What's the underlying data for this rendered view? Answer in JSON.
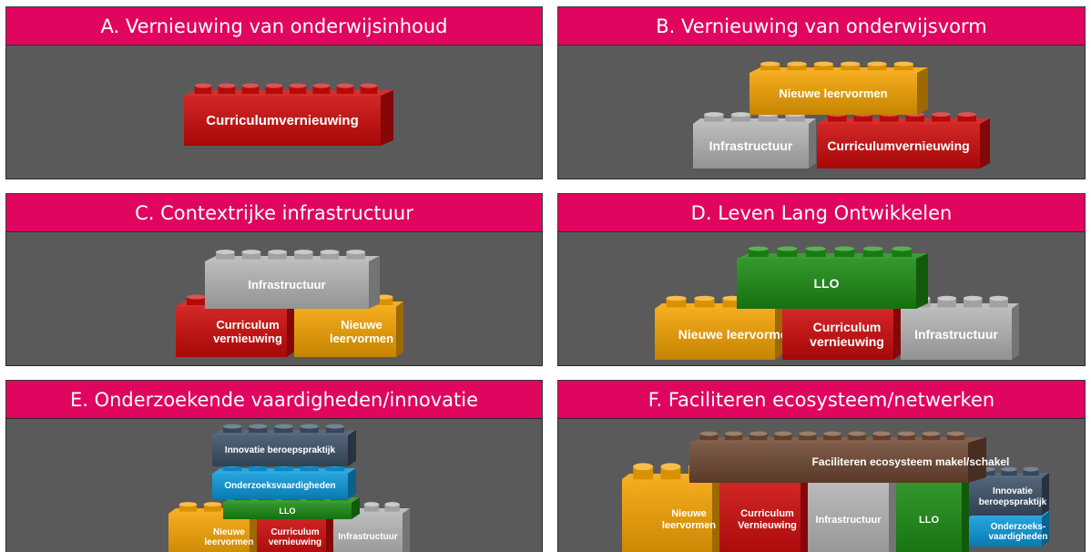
{
  "panels": {
    "a": {
      "title": "A. Vernieuwing van onderwijsinhoud"
    },
    "b": {
      "title": "B. Vernieuwing van onderwijsvorm"
    },
    "c": {
      "title": "C. Contextrijke infrastructuur"
    },
    "d": {
      "title": "D. Leven Lang Ontwikkelen"
    },
    "e": {
      "title": "E. Onderzoekende vaardigheden/innovatie"
    },
    "f": {
      "title": "F. Faciliteren ecosysteem/netwerken"
    }
  },
  "labels": {
    "curriculumvernieuwing": "Curriculumvernieuwing",
    "nieuwe_leervormen": "Nieuwe leervormen",
    "infrastructuur": "Infrastructuur",
    "curriculum_vernieuwing": "Curriculum vernieuwing",
    "curriculum_Vernieuwing": "Curriculum Vernieuwing",
    "nieuwe_leervormen_2": "Nieuwe leervormen",
    "llo": "LLO",
    "innovatie_beroepspraktijk": "Innovatie beroepspraktijk",
    "onderzoeksvaardigheden": "Onderzoeksvaardigheden",
    "onderzoeks_vaardigheden": "Onderzoeks-vaardigheden",
    "faciliteren_ecosysteem": "Faciliteren ecosysteem makel/schakel"
  },
  "colors": {
    "header_bg": "#e0055f",
    "panel_bg": "#5a5a5a",
    "red": "#cc0a0a",
    "orange": "#f2a100",
    "gray": "#b3b3b3",
    "green": "#1a8a12",
    "blue": "#0a96d8",
    "slate": "#3c4f66",
    "brown": "#6e4631"
  }
}
